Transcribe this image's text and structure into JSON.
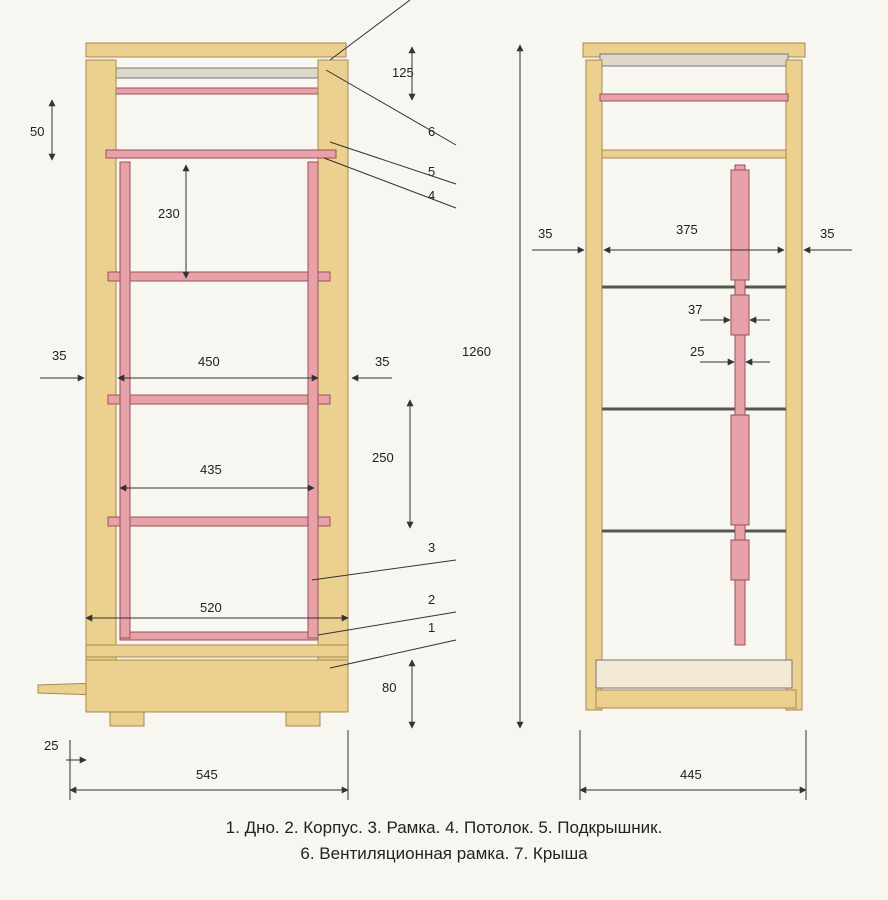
{
  "colors": {
    "wood": "#ebd08f",
    "wood_edge": "#a8894e",
    "frame": "#e7a1a8",
    "frame_edge": "#9c4f59",
    "line": "#333333",
    "background": "#f7f6f1"
  },
  "left_view": {
    "dimensions": {
      "top_section": "125",
      "roof_gap": "50",
      "frame_height": "230",
      "wall_left": "35",
      "inner_width": "450",
      "wall_right": "35",
      "body_height": "250",
      "frame_width": "435",
      "total_inner": "520",
      "base_height": "80",
      "ledge": "25",
      "total_depth": "545"
    },
    "callouts": [
      "6",
      "5",
      "4",
      "3",
      "2",
      "1"
    ]
  },
  "right_view": {
    "dimensions": {
      "total_height": "1260",
      "wall_left": "35",
      "inner_width": "375",
      "wall_right": "35",
      "bar_width": "37",
      "bar_thin": "25",
      "total_width": "445"
    }
  },
  "caption": {
    "line1": "1. Дно. 2. Корпус. 3. Рамка. 4. Потолок. 5. Подкрышник.",
    "line2": "6. Вентиляционная рамка. 7. Крыша"
  }
}
